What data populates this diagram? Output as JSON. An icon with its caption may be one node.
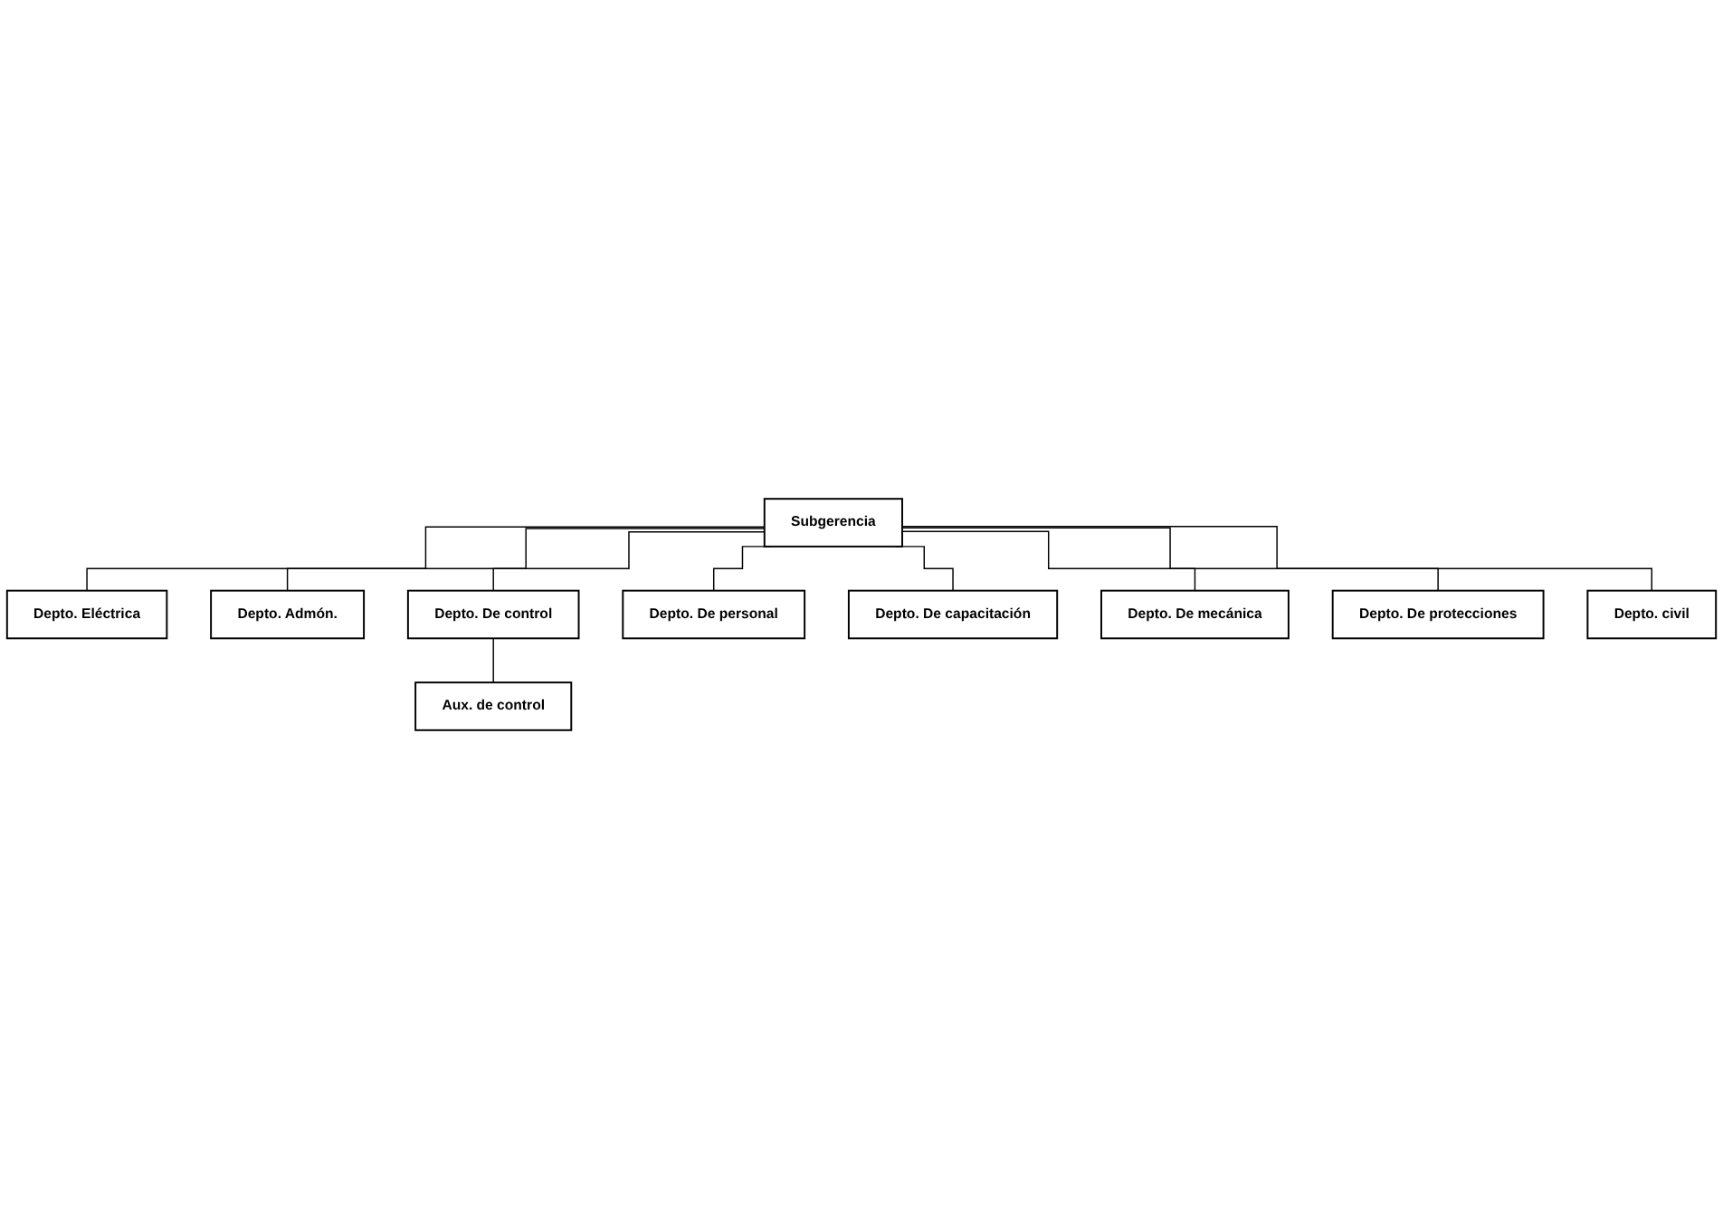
{
  "diagram": {
    "nodes": [
      {
        "text": [
          "Subgerencia"
        ]
      },
      {
        "text": [
          "Depto. Eléctrica"
        ]
      },
      {
        "text": [
          "Depto. Admón."
        ]
      },
      {
        "text": [
          "Depto. De control"
        ]
      },
      {
        "text": [
          "Aux. de control"
        ]
      },
      {
        "text": [
          "Depto. De personal"
        ]
      },
      {
        "text": [
          "Depto. De capacitación"
        ]
      },
      {
        "text": [
          "Depto. De mecánica"
        ]
      },
      {
        "text": [
          "Depto. De protecciones"
        ]
      },
      {
        "text": [
          "Depto. civil"
        ]
      }
    ],
    "edges": [
      {
        "from": 0,
        "to": 1,
        "arrow": "none"
      },
      {
        "from": 0,
        "to": 3,
        "arrow": "none"
      },
      {
        "from": 0,
        "to": 7,
        "arrow": "none"
      },
      {
        "from": 0,
        "to": 8,
        "arrow": "none"
      },
      {
        "from": 0,
        "to": 9,
        "arrow": "none"
      },
      {
        "from": 0,
        "to": 2,
        "arrow": "none"
      },
      {
        "from": 0,
        "to": 5,
        "arrow": "none"
      },
      {
        "from": 0,
        "to": 6,
        "arrow": "none"
      },
      {
        "from": 3,
        "to": 4,
        "arrow": "none"
      }
    ]
  }
}
